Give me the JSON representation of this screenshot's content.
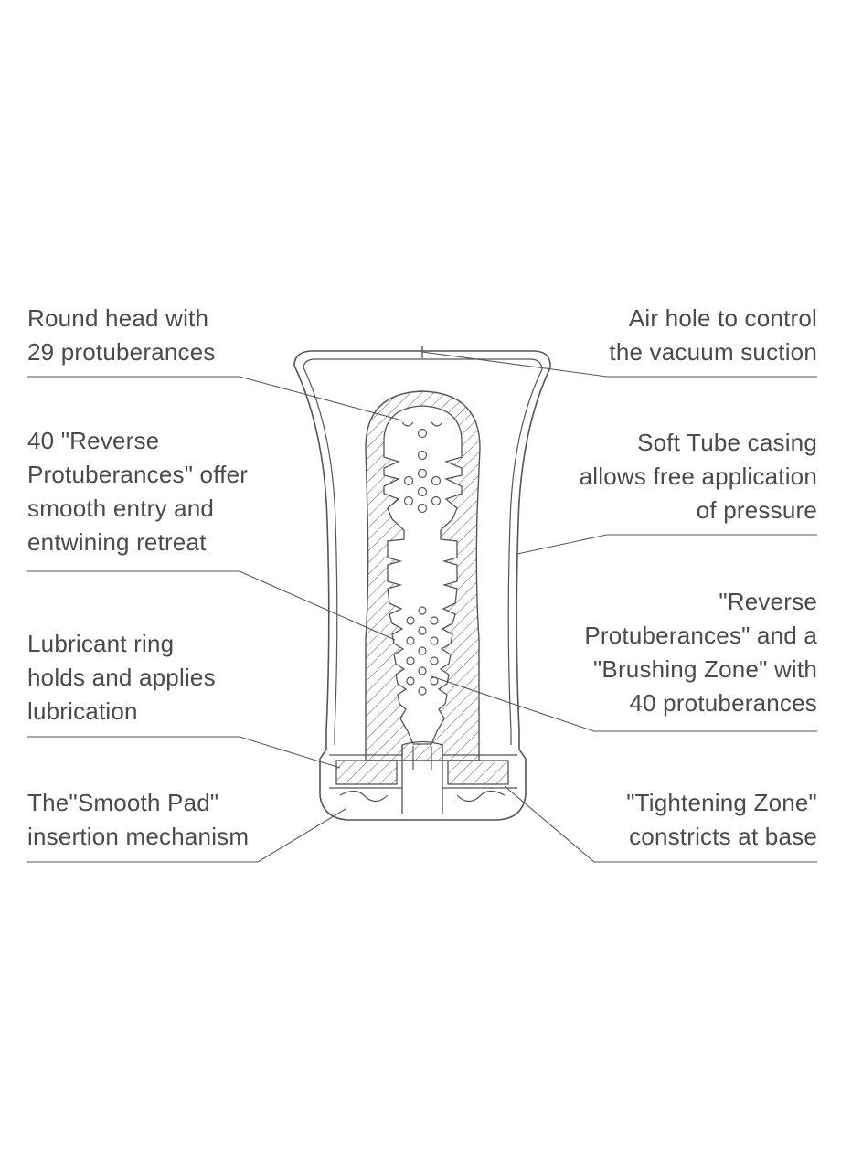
{
  "colors": {
    "line": "#555555",
    "text": "#4a4a4a",
    "hatch": "#6a6a6a"
  },
  "labels": {
    "round_head": [
      "Round head with",
      "29 protuberances"
    ],
    "reverse_protuberances_left": [
      "40 \"Reverse",
      "Protuberances\" offer",
      "smooth entry and",
      "entwining retreat"
    ],
    "lubricant_ring": [
      "Lubricant ring",
      "holds and applies",
      "lubrication"
    ],
    "smooth_pad": [
      "The\"Smooth Pad\"",
      "insertion mechanism"
    ],
    "air_hole": [
      "Air hole to control",
      "the vacuum suction"
    ],
    "soft_tube": [
      "Soft Tube casing",
      "allows free application",
      "of pressure"
    ],
    "brushing_zone": [
      "\"Reverse",
      "Protuberances\" and a",
      "\"Brushing Zone\" with",
      "40 protuberances"
    ],
    "tightening_zone": [
      "\"Tightening Zone\"",
      "constricts at base"
    ]
  }
}
